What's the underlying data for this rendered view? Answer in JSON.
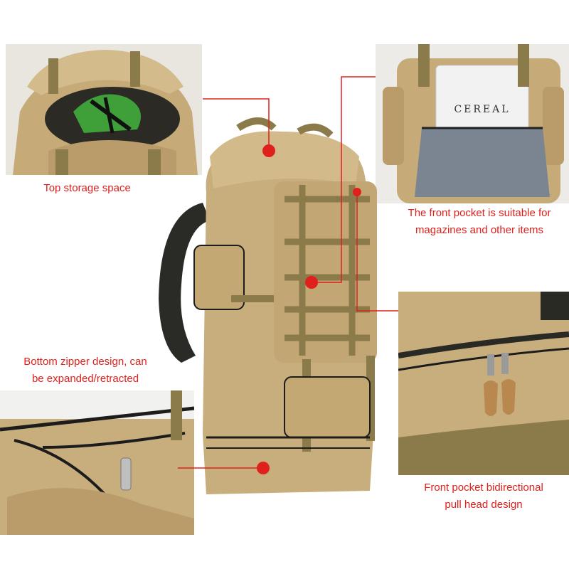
{
  "captions": {
    "top_storage": "Top storage space",
    "front_pocket_line1": "The front pocket is suitable for",
    "front_pocket_line2": "magazines and other items",
    "bottom_zipper_line1": "Bottom zipper design, can",
    "bottom_zipper_line2": "be expanded/retracted",
    "pull_head_line1": "Front pocket bidirectional",
    "pull_head_line2": "pull head design"
  },
  "laptop_label": "CEREAL",
  "colors": {
    "canvas_tan": "#c9ae7d",
    "canvas_dark": "#a88b5a",
    "strap_olive": "#8b7a4a",
    "callout_red": "#e0201c",
    "lining_grey": "#7b8592"
  }
}
